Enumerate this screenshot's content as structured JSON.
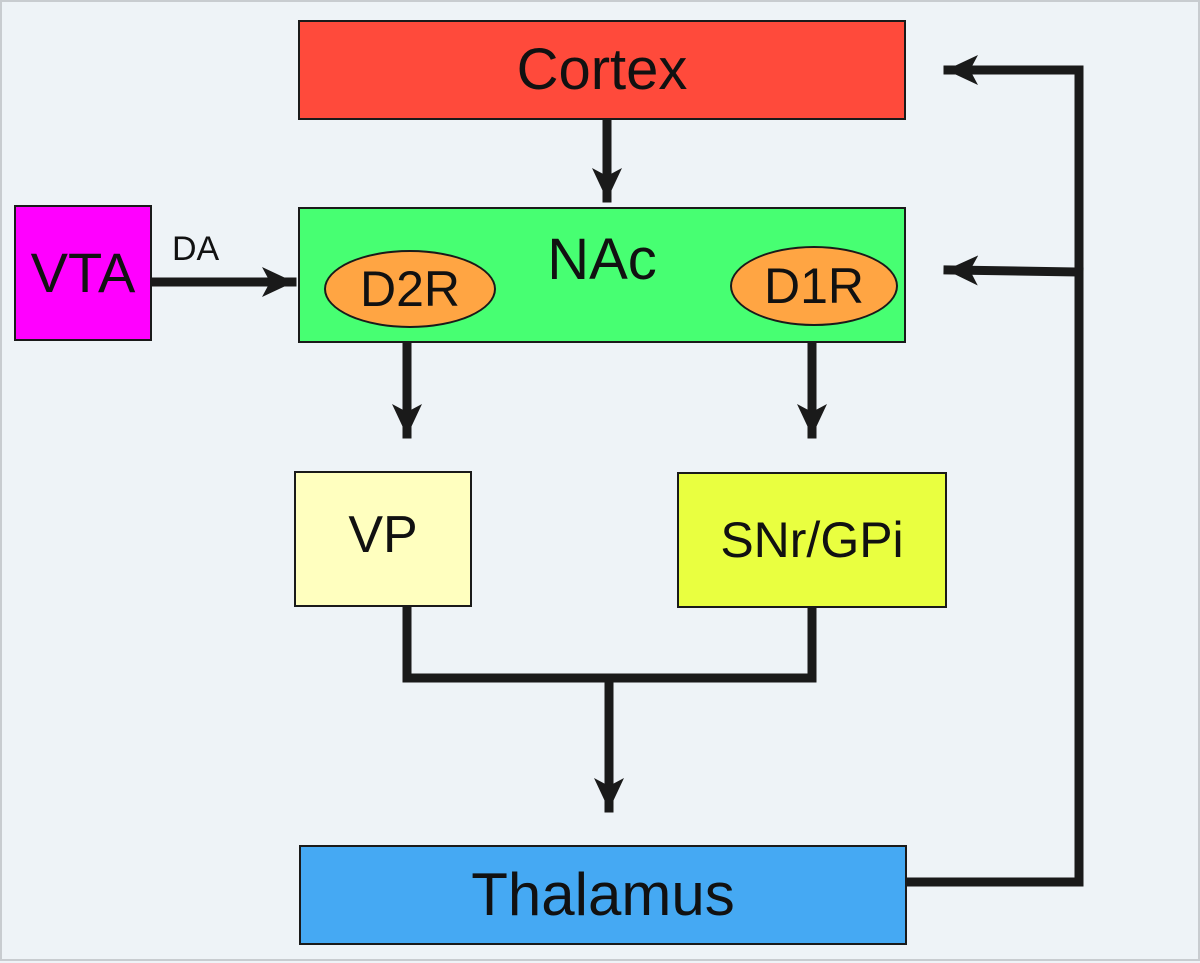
{
  "colors": {
    "cortex": "#ff4a3b",
    "nac": "#47ff72",
    "vta": "#ff00ff",
    "vp": "#ffffbf",
    "snr_gpi": "#e9ff40",
    "thalamus": "#45a9f3",
    "receptor": "#ffa543",
    "arrow": "#1a1a1a",
    "background": "#eef3f7"
  },
  "nodes": {
    "cortex": "Cortex",
    "nac": "NAc",
    "vta": "VTA",
    "vp": "VP",
    "snr_gpi": "SNr/GPi",
    "thalamus": "Thalamus",
    "d2r": "D2R",
    "d1r": "D1R"
  },
  "edges": {
    "vta_to_nac": "DA"
  }
}
